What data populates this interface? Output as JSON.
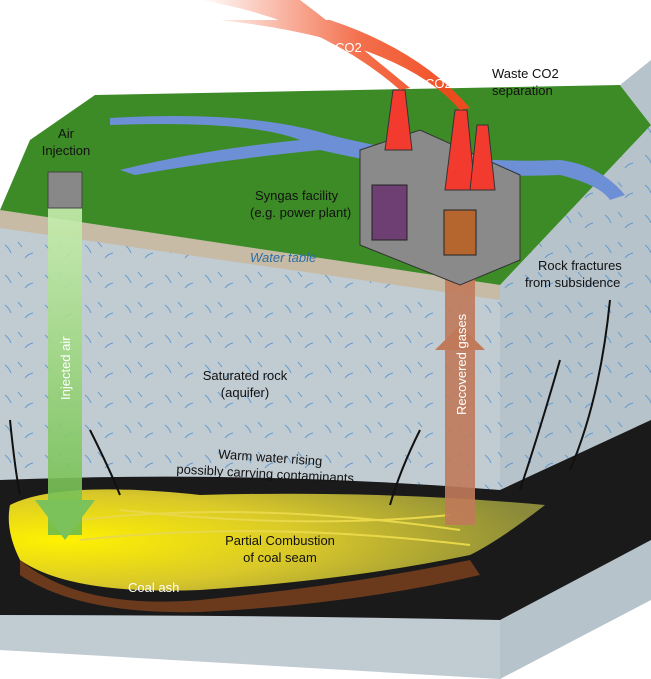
{
  "labels": {
    "co2_plume_1": "CO2",
    "co2_plume_2": "CO2",
    "waste_co2_line1": "Waste CO2",
    "waste_co2_line2": "separation",
    "air_injection_line1": "Air",
    "air_injection_line2": "Injection",
    "syngas_line1": "Syngas facility",
    "syngas_line2": "(e.g. power plant)",
    "water_table": "Water table",
    "rock_fractures_line1": "Rock fractures",
    "rock_fractures_line2": "from subsidence",
    "injected_air": "Injected air",
    "recovered_gases": "Recovered gases",
    "saturated_line1": "Saturated rock",
    "saturated_line2": "(aquifer)",
    "warm_water_line1": "Warm water rising",
    "warm_water_line2": "possibly carrying contaminants",
    "combustion_line1": "Partial Combustion",
    "combustion_line2": "of coal seam",
    "coal_ash": "Coal ash"
  },
  "colors": {
    "surface": "#3d8b26",
    "river": "#6d8fd6",
    "rock": "#b9c4cc",
    "coal": "#1a1a1a",
    "combustion": "#f2e200",
    "ash": "#6b3a1c",
    "co2": "#f04a1e",
    "injected_air": "#8fd16a",
    "recovered": "#c07a5a"
  }
}
